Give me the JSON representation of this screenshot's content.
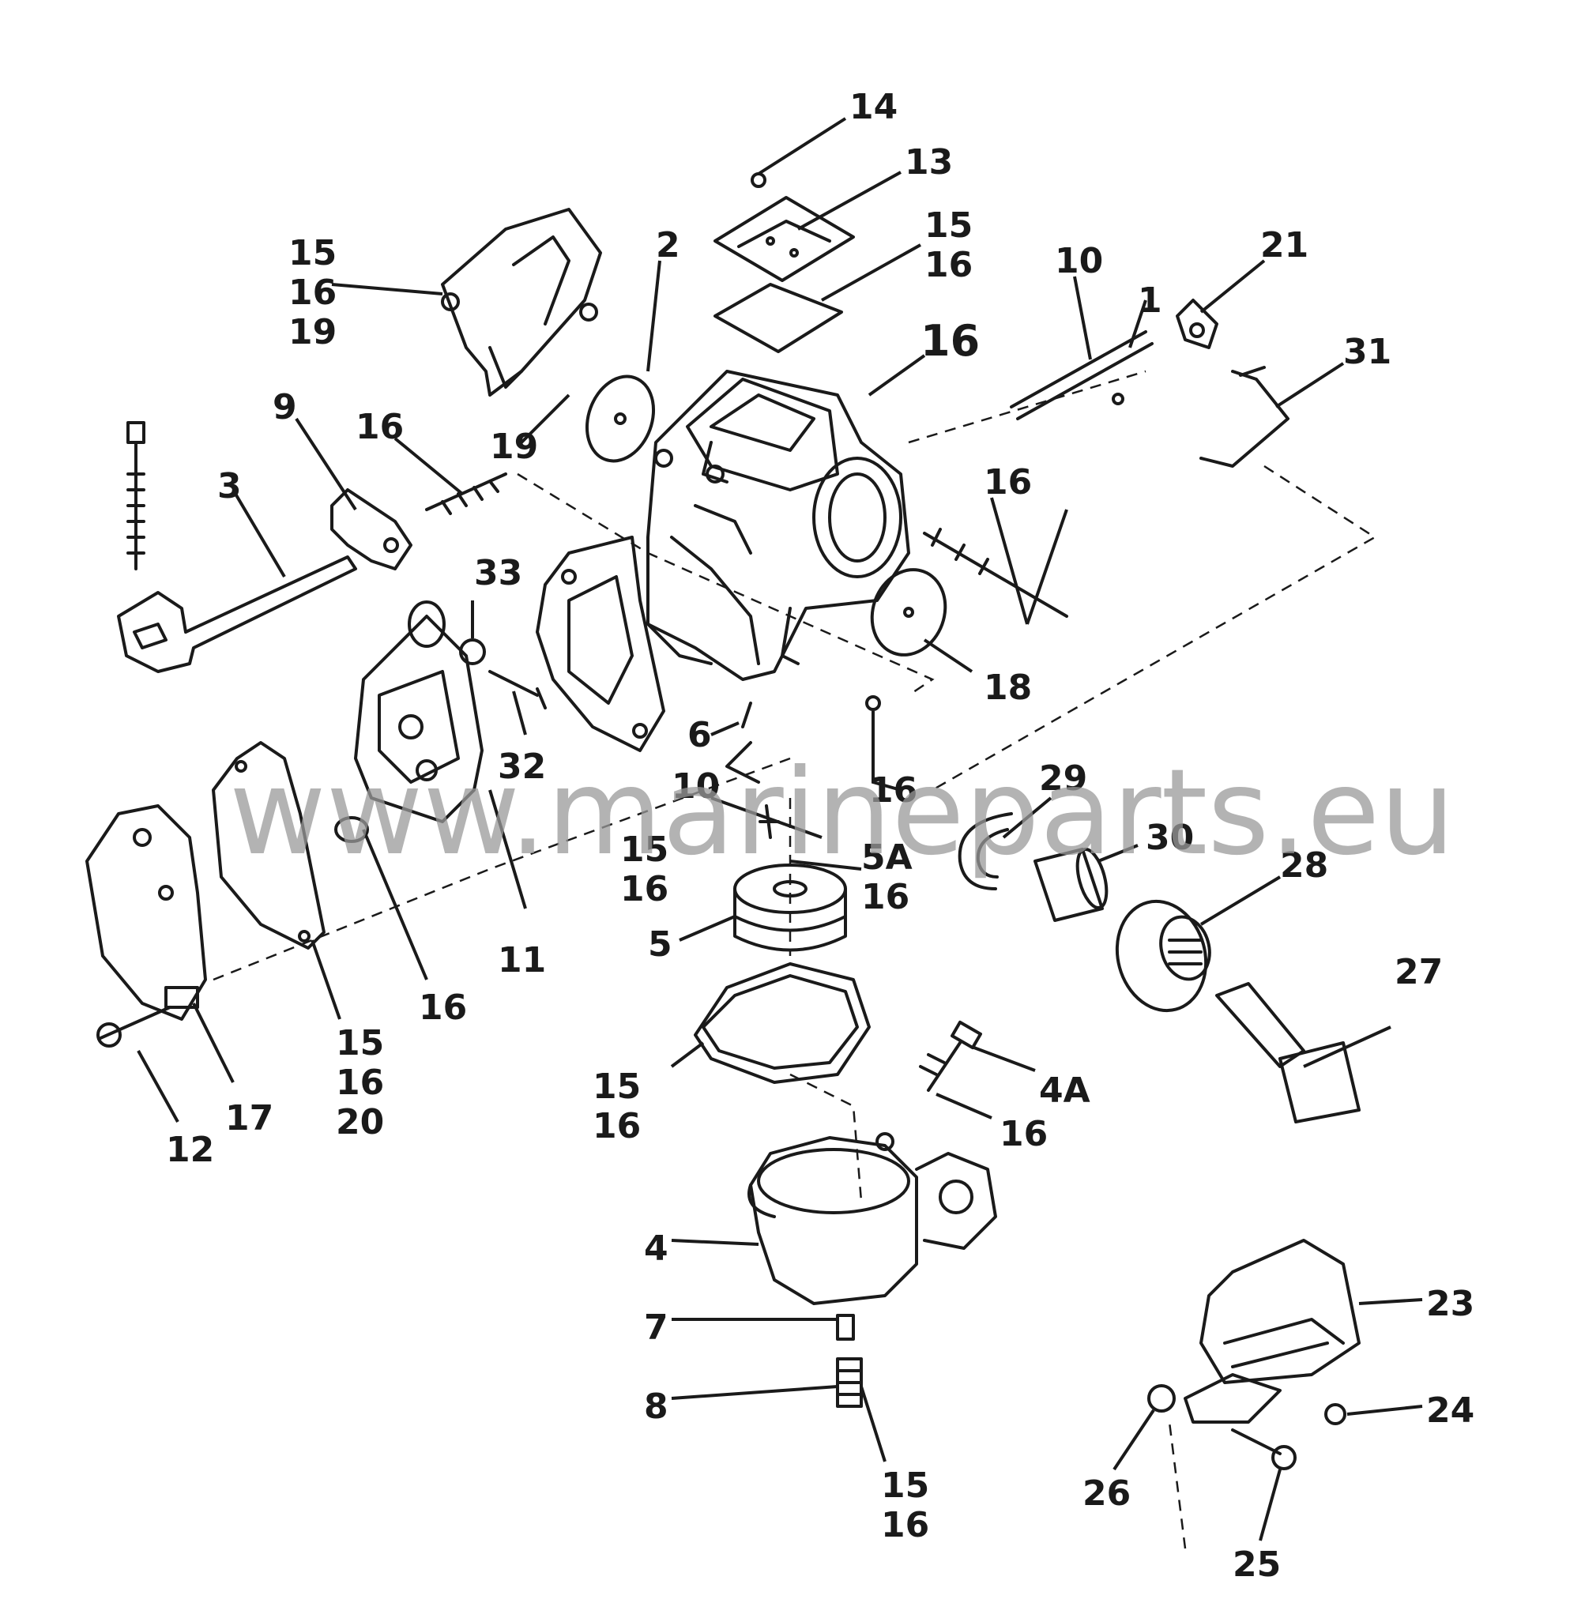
{
  "watermark": "www.marineparts.eu",
  "callouts": {
    "c14": "14",
    "c13": "13",
    "c15a": "15",
    "c16a": "16",
    "c19a": "19",
    "c2": "2",
    "c15b": "15",
    "c16b": "16",
    "c16c": "16",
    "c10a": "10",
    "c1": "1",
    "c21": "21",
    "c31": "31",
    "c9": "9",
    "c16d": "16",
    "c19b": "19",
    "c3": "3",
    "c16e": "16",
    "c33": "33",
    "c18": "18",
    "c32": "32",
    "c6": "6",
    "c16f": "16",
    "c29": "29",
    "c10b": "10",
    "c30": "30",
    "c5a": "5A",
    "c16g": "16",
    "c15c": "15",
    "c16h": "16",
    "c28": "28",
    "c5": "5",
    "c11": "11",
    "c16i": "16",
    "c15d": "15",
    "c16j": "16",
    "c20": "20",
    "c17": "17",
    "c12": "12",
    "c27": "27",
    "c15e": "15",
    "c16k": "16",
    "c4a": "4A",
    "c16l": "16",
    "c4": "4",
    "c7": "7",
    "c8": "8",
    "c15f": "15",
    "c16m": "16",
    "c23": "23",
    "c24": "24",
    "c26": "26",
    "c25": "25"
  }
}
